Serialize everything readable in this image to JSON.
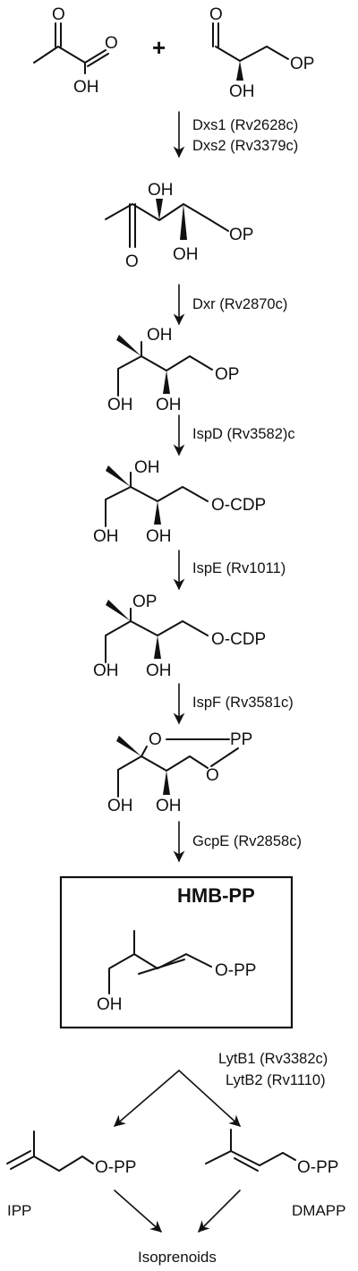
{
  "atoms": {
    "O": "O",
    "OH": "OH",
    "OP": "OP",
    "PP": "PP",
    "O_CDP": "O-CDP",
    "O_PP": "O-PP"
  },
  "operators": {
    "plus": "+"
  },
  "enzymes": {
    "dxs1": "Dxs1 (Rv2628c)",
    "dxs2": "Dxs2 (Rv3379c)",
    "dxr": "Dxr (Rv2870c)",
    "ispd": "IspD (Rv3582)c",
    "ispe": "IspE (Rv1011)",
    "ispf": "IspF (Rv3581c)",
    "gcpe": "GcpE (Rv2858c)",
    "lytb1": "LytB1 (Rv3382c)",
    "lytb2": "LytB2 (Rv1110)"
  },
  "compounds": {
    "hmbpp": "HMB-PP",
    "ipp": "IPP",
    "dmapp": "DMAPP",
    "isoprenoids": "Isoprenoids"
  }
}
